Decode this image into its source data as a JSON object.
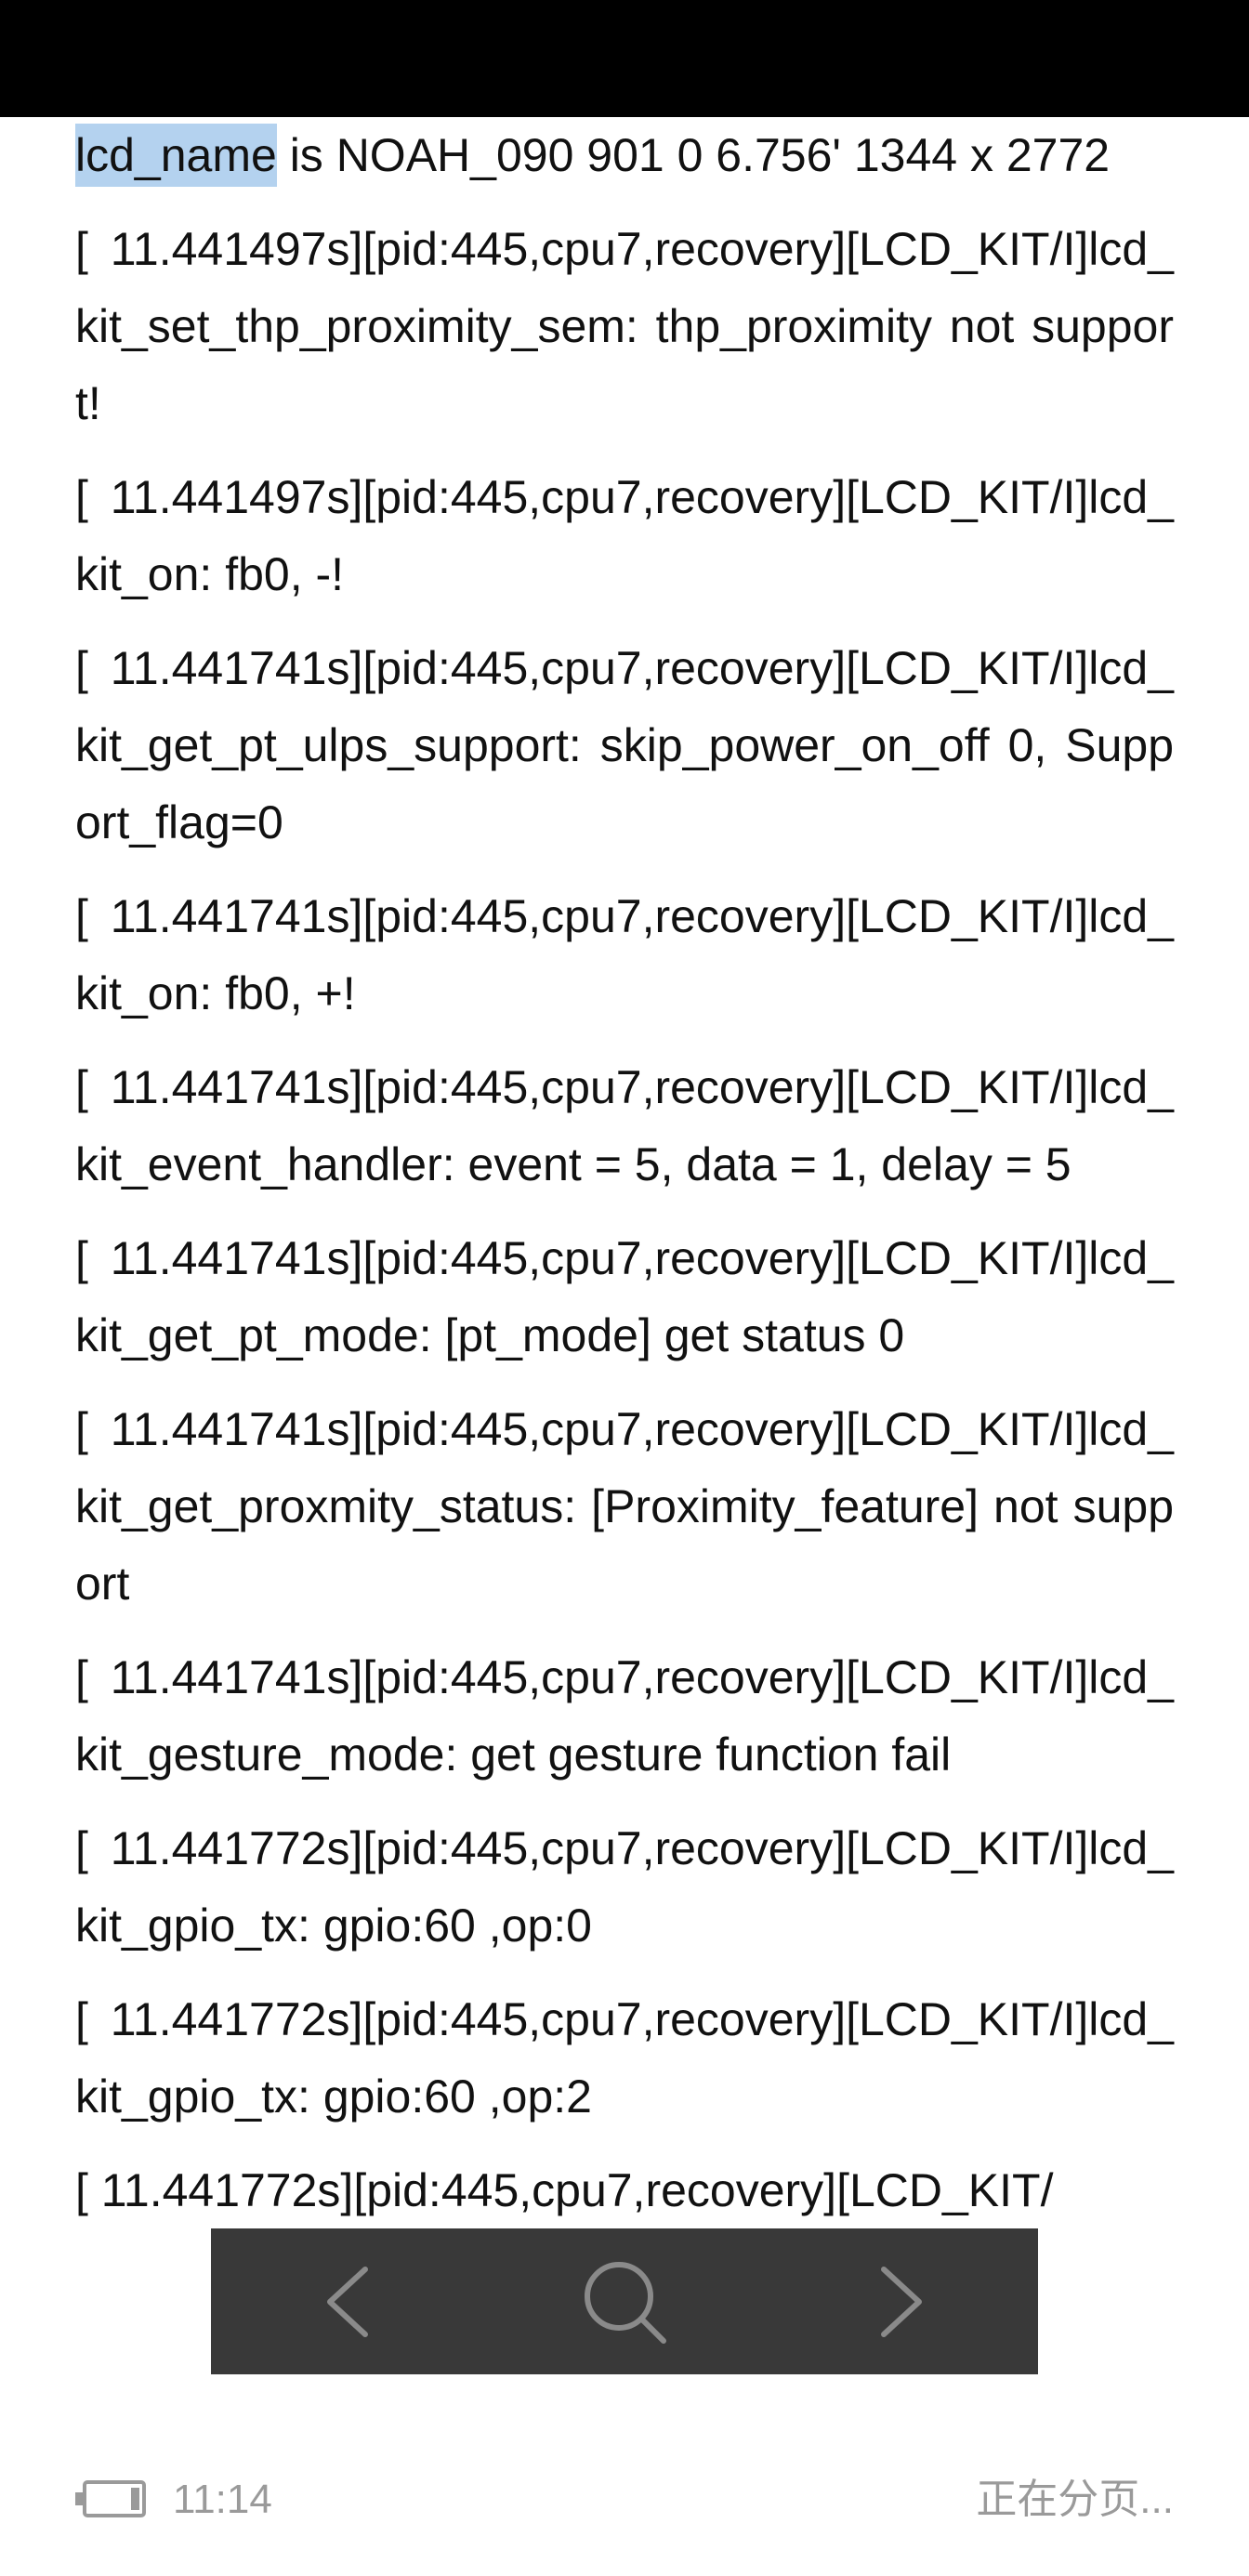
{
  "document": {
    "first_line": {
      "highlight": "lcd_name",
      "rest": " is NOAH_090 901 0 6.756' 1344 x 2772"
    },
    "lines": [
      "[ 11.441497s][pid:445,cpu7,recovery][LCD_KIT/I]lcd_kit_set_thp_proximity_sem: thp_proximity not support!",
      "[ 11.441497s][pid:445,cpu7,recovery][LCD_KIT/I]lcd_kit_on: fb0, -!",
      "[ 11.441741s][pid:445,cpu7,recovery][LCD_KIT/I]lcd_kit_get_pt_ulps_support: skip_power_on_off 0, Support_flag=0",
      "[ 11.441741s][pid:445,cpu7,recovery][LCD_KIT/I]lcd_kit_on: fb0, +!",
      "[ 11.441741s][pid:445,cpu7,recovery][LCD_KIT/I]lcd_kit_event_handler: event = 5, data = 1, delay = 5",
      "[ 11.441741s][pid:445,cpu7,recovery][LCD_KIT/I]lcd_kit_get_pt_mode: [pt_mode] get status 0",
      "[ 11.441741s][pid:445,cpu7,recovery][LCD_KIT/I]lcd_kit_get_proxmity_status: [Proximity_feature] not support",
      "[ 11.441741s][pid:445,cpu7,recovery][LCD_KIT/I]lcd_kit_gesture_mode: get gesture function fail",
      "[ 11.441772s][pid:445,cpu7,recovery][LCD_KIT/I]lcd_kit_gpio_tx: gpio:60 ,op:0",
      "[ 11.441772s][pid:445,cpu7,recovery][LCD_KIT/I]lcd_kit_gpio_tx: gpio:60 ,op:2",
      "[ 11.441772s][pid:445,cpu7,recovery][LCD_KIT/"
    ]
  },
  "status_bar": {
    "time": "11:14",
    "status": "正在分页..."
  },
  "icons": {
    "nav_prev": "chevron-left-icon",
    "nav_search": "search-icon",
    "nav_next": "chevron-right-icon",
    "battery": "battery-icon"
  },
  "colors": {
    "highlight": "#b4d2ef",
    "overlay": "#282828",
    "status_text": "#9a9a9a"
  }
}
